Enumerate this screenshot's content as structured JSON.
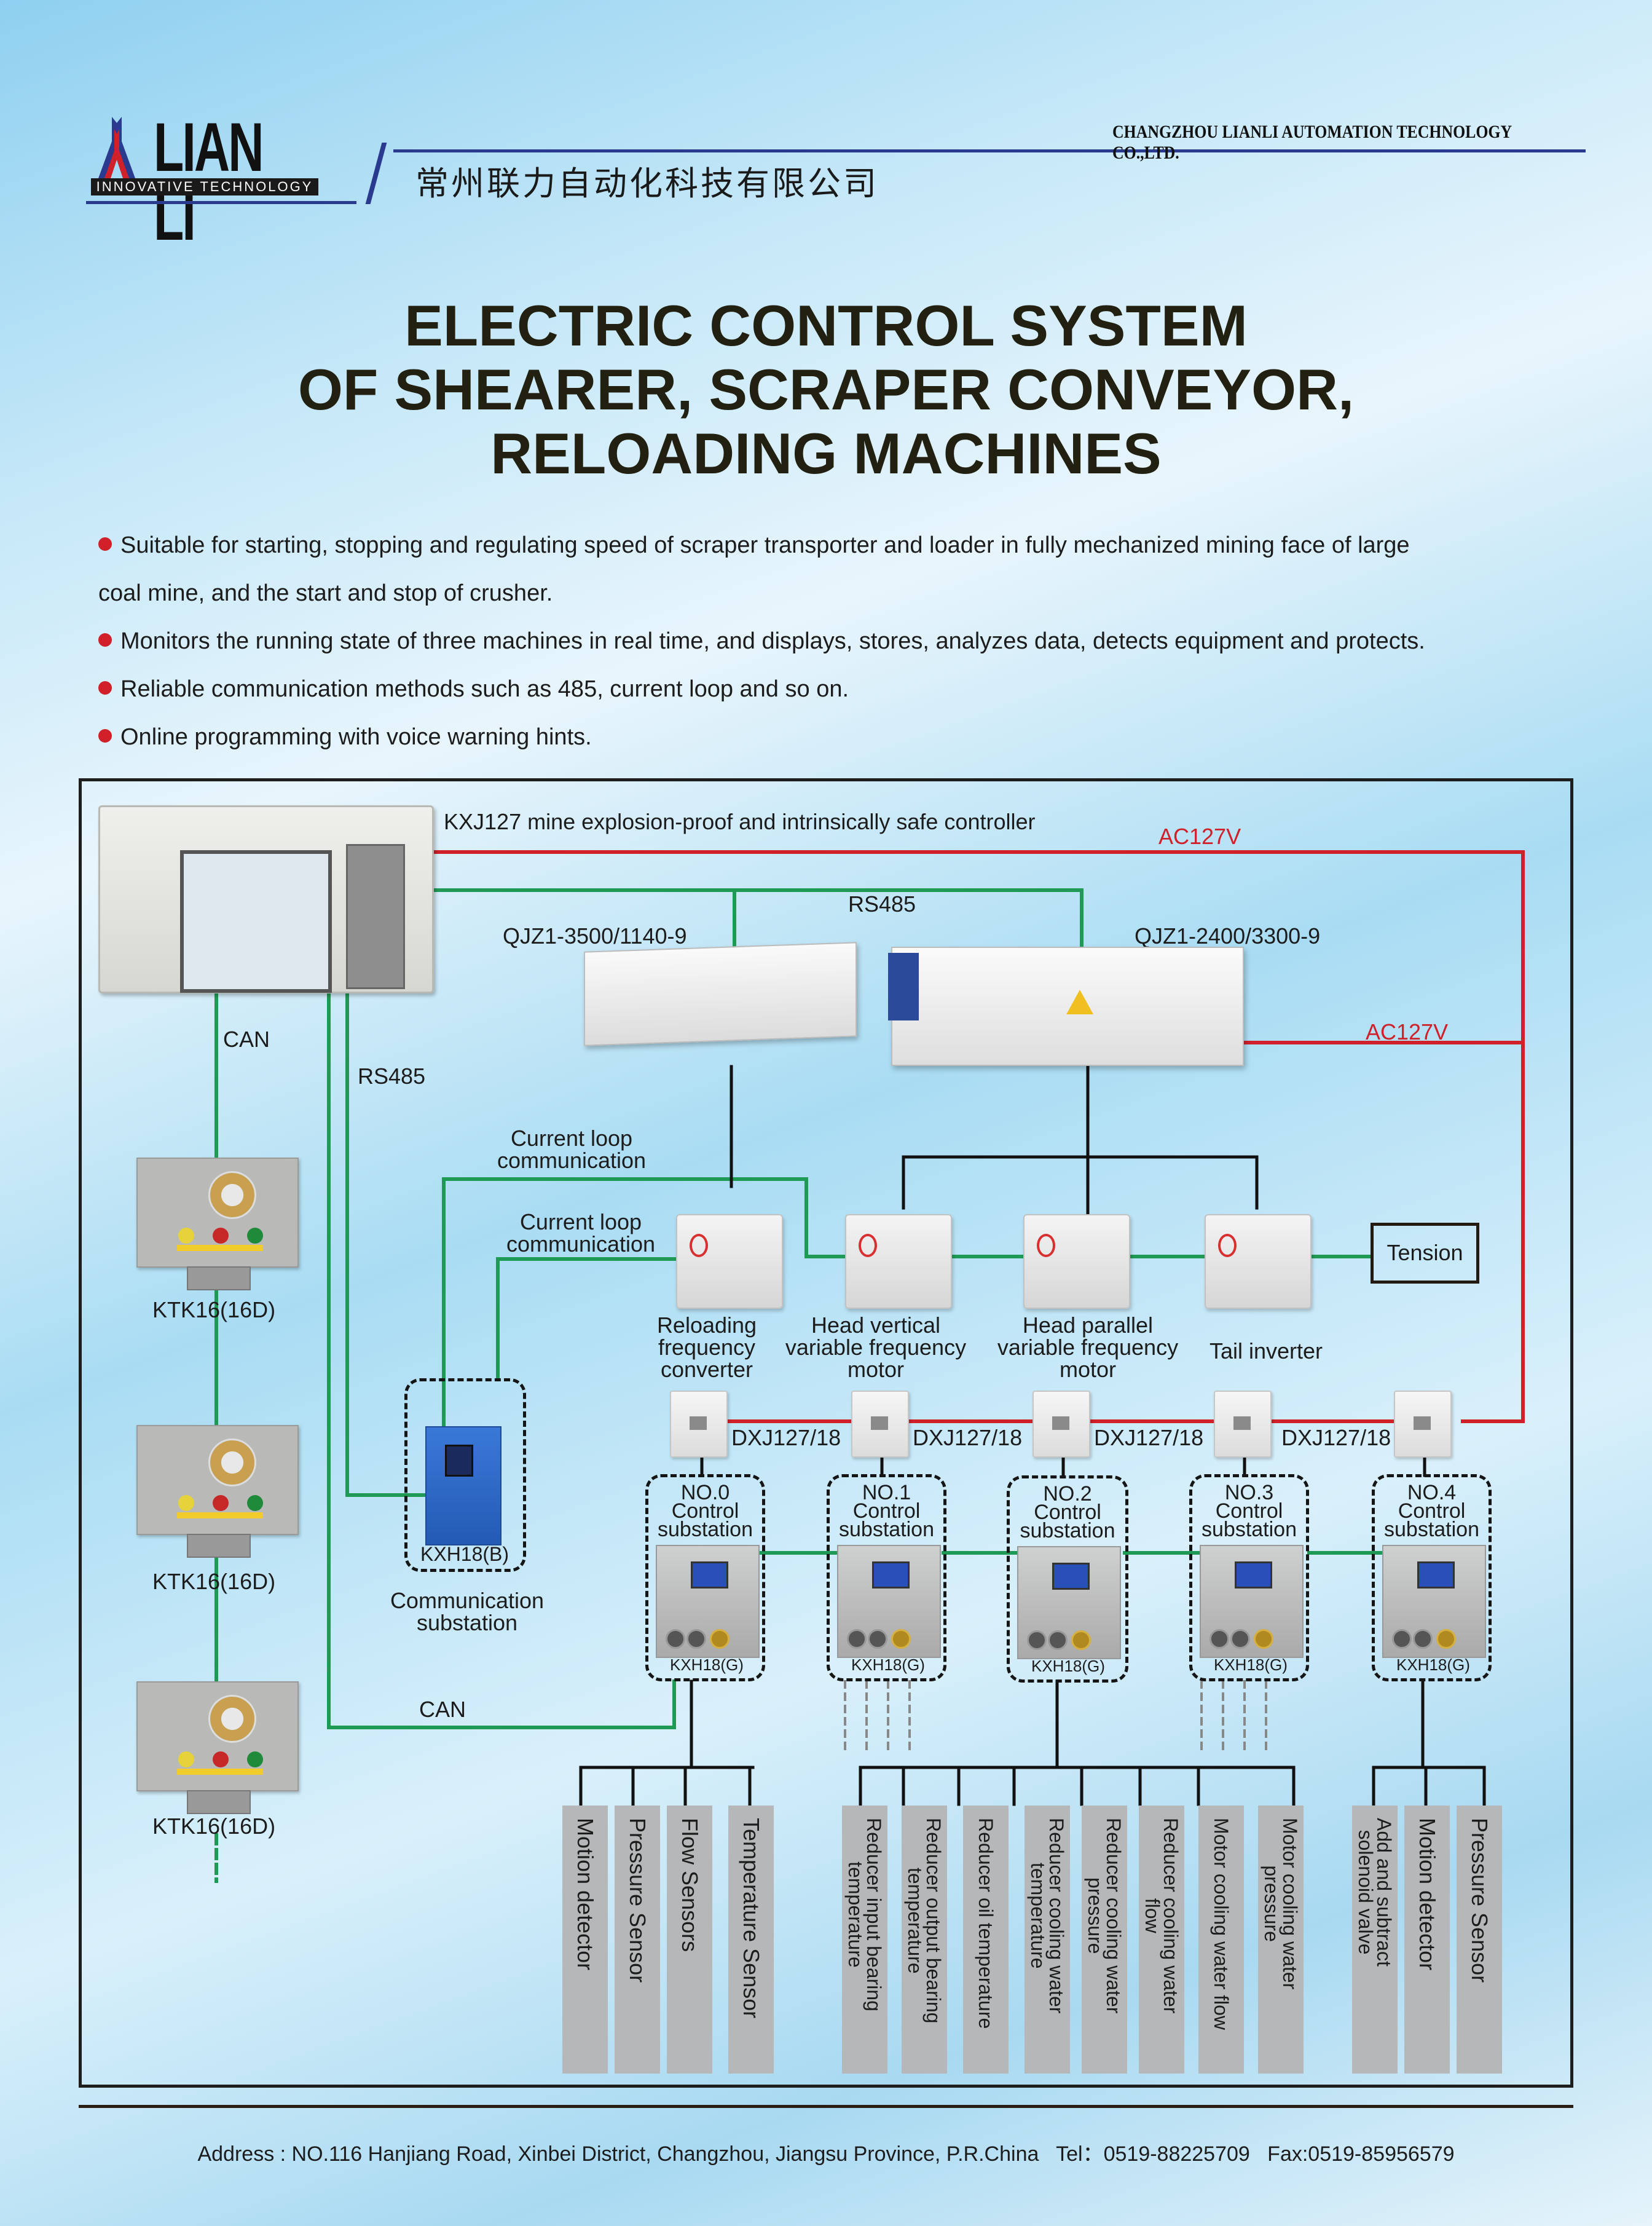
{
  "header": {
    "brand": "LIAN LI",
    "tagline": "INNOVATIVE TECHNOLOGY",
    "company_cn": "常州联力自动化科技有限公司",
    "company_en": "CHANGZHOU LIANLI AUTOMATION TECHNOLOGY CO.,LTD."
  },
  "title": {
    "line1": "ELECTRIC CONTROL SYSTEM",
    "line2": "OF SHEARER, SCRAPER CONVEYOR,",
    "line3": "RELOADING MACHINES"
  },
  "bullets": [
    "Suitable for starting, stopping and regulating speed of scraper transporter and loader in fully mechanized mining face of large",
    "coal mine, and the start and stop of crusher.",
    "Monitors the running state of three machines in real time, and displays, stores, analyzes data, detects equipment and protects.",
    "Reliable communication methods such as 485, current loop and so on.",
    "Online programming with voice warning hints."
  ],
  "colors": {
    "power_line": "#d0202a",
    "comm_line": "#1f9a55",
    "signal_line": "#111111",
    "bullet": "#d0202a"
  },
  "diagram": {
    "controller_label": "KXJ127 mine explosion-proof and intrinsically safe controller",
    "ac_label_top": "AC127V",
    "ac_label_right": "AC127V",
    "rs485_top": "RS485",
    "rs485_left": "RS485",
    "can_left": "CAN",
    "can_bottom": "CAN",
    "qjz_a": "QJZ1-3500/1140-9",
    "qjz_b": "QJZ1-2400/3300-9",
    "current_loop_1": [
      "Current loop",
      "communication"
    ],
    "current_loop_2": [
      "Current loop",
      "communication"
    ],
    "tension": "Tension",
    "motors": [
      {
        "label": [
          "Reloading",
          "frequency",
          "converter"
        ]
      },
      {
        "label": [
          "Head vertical",
          "variable frequency",
          "motor"
        ]
      },
      {
        "label": [
          "Head parallel",
          "variable frequency",
          "motor"
        ]
      },
      {
        "label": [
          "Tail inverter"
        ]
      }
    ],
    "dxj_label": "DXJ127/18",
    "ktk_label": "KTK16(16D)",
    "comm_substation": {
      "model": "KXH18(B)",
      "label": [
        "Communication",
        "substation"
      ]
    },
    "substations": [
      {
        "no": "NO.0",
        "line2": "Control",
        "line3": "substation",
        "model": "KXH18(G)"
      },
      {
        "no": "NO.1",
        "line2": "Control",
        "line3": "substation",
        "model": "KXH18(G)"
      },
      {
        "no": "NO.2",
        "line2": "Control",
        "line3": "substation",
        "model": "KXH18(G)"
      },
      {
        "no": "NO.3",
        "line2": "Control",
        "line3": "substation",
        "model": "KXH18(G)"
      },
      {
        "no": "NO.4",
        "line2": "Control",
        "line3": "substation",
        "model": "KXH18(G)"
      }
    ],
    "sensors_group0": [
      "Motion detector",
      "Pressure Sensor",
      "Flow Sensors",
      "Temperature Sensor"
    ],
    "sensors_group2": [
      "Reducer input bearing\ntemperature",
      "Reducer output bearing\ntemperature",
      "Reducer oil temperature",
      "Reducer cooling water\ntemperature",
      "Reducer cooling water\npressure",
      "Reducer cooling water\nflow",
      "Motor cooling water flow",
      "Motor cooling water\npressure"
    ],
    "sensors_group4": [
      "Add and subtract\nsolenoid valve",
      "Motion detector",
      "Pressure Sensor"
    ]
  },
  "footer": {
    "address": "Address : NO.116 Hanjiang Road, Xinbei District, Changzhou, Jiangsu Province, P.R.China",
    "tel": "Tel：0519-88225709",
    "fax": "Fax:0519-85956579"
  }
}
